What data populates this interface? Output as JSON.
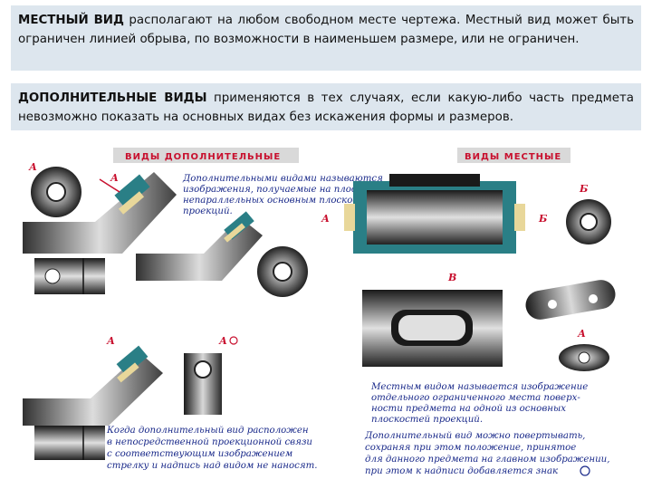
{
  "para1": {
    "term": "МЕСТНЫЙ ВИД",
    "text": " располагают на любом свободном месте чертежа. Местный вид может быть ограничен линией обрыва, по возможности в наименьшем размере, или не ограничен."
  },
  "para2": {
    "term": "ДОПОЛНИТЕЛЬНЫЕ ВИДЫ",
    "text": " применяются в тех случаях, если какую-либо часть предмета невозможно показать на основных видах без искажения формы и размеров."
  },
  "figure": {
    "header_left": "ВИДЫ ДОПОЛНИТЕЛЬНЫЕ",
    "header_right": "ВИДЫ МЕСТНЫЕ",
    "note_top": [
      "Дополнительными видами называются",
      "изображения, получаемые на плоскостях,",
      "непараллельных основным плоскостям",
      "проекций."
    ],
    "note_bottom_left": [
      "Когда дополнительный вид расположен",
      "в непосредственной проекционной связи",
      "с соответствующим изображением",
      "стрелку и надпись над видом не наносят."
    ],
    "note_right_mid": [
      "Местным видом называется изображение",
      "отдельного ограниченного места поверх-",
      "ности предмета на одной из основных",
      "плоскостей проекций."
    ],
    "note_bottom_right": [
      "Дополнительный вид можно повертывать,",
      "сохраняя при этом положение, принятое",
      "для данного предмета на главном изображении,",
      "при этом к надписи добавляется знак"
    ],
    "labels": {
      "a": "А",
      "a_rot": "А",
      "b": "Б",
      "v": "В"
    },
    "colors": {
      "red": "#c8102e",
      "blue": "#1a2a8a",
      "teal": "#2a7f86",
      "box_bg": "#dde6ee"
    }
  }
}
